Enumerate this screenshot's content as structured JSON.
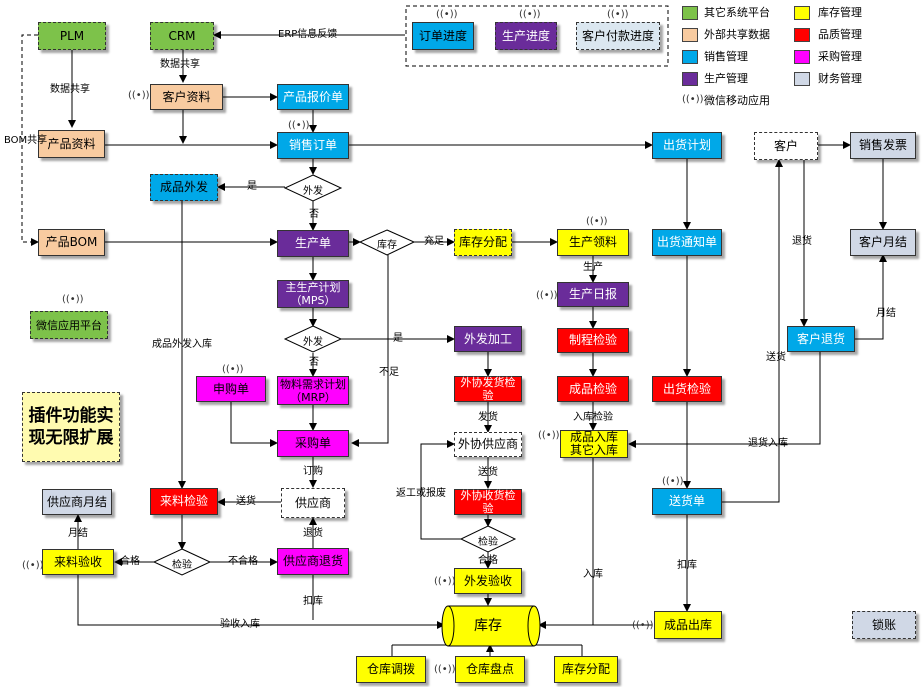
{
  "colors": {
    "external": "#7dc24a",
    "shared": "#f8cba0",
    "sales": "#00a8e8",
    "production": "#6a2c9a",
    "inventory": "#ffff00",
    "quality": "#ff0000",
    "purchase": "#ff00ff",
    "finance": "#d0d8e6"
  },
  "legend": {
    "external": "其它系统平台",
    "shared": "外部共享数据",
    "sales": "销售管理",
    "production": "生产管理",
    "inventory": "库存管理",
    "quality": "品质管理",
    "purchase": "采购管理",
    "finance": "财务管理",
    "wechat": "微信移动应用"
  },
  "top_mobile": {
    "order_progress": "订单进度",
    "production_progress": "生产进度",
    "customer_payment": "客户付款进度"
  },
  "nodes": {
    "plm": "PLM",
    "crm": "CRM",
    "customer_info": "客户资料",
    "product_quote": "产品报价单",
    "product_info": "产品资料",
    "sales_order": "销售订单",
    "ship_plan": "出货计划",
    "customer": "客户",
    "sales_invoice": "销售发票",
    "finished_outsource": "成品外发",
    "product_bom": "产品BOM",
    "production_order": "生产单",
    "stock_alloc_mid": "库存分配",
    "production_pick": "生产领料",
    "ship_notice": "出货通知单",
    "customer_monthly": "客户月结",
    "production_daily": "生产日报",
    "wechat_platform": "微信应用平台",
    "mps": "主生产计划（MPS）",
    "outsource_process": "外发加工",
    "process_inspect": "制程检验",
    "customer_return": "客户退货",
    "purchase_request": "申购单",
    "mrp": "物料需求计划（MRP）",
    "outsource_send_inspect": "外协发货检验",
    "finished_inspect": "成品检验",
    "ship_inspect": "出货检验",
    "plugin_note": "插件功能实现无限扩展",
    "purchase_order": "采购单",
    "outsource_supplier": "外协供应商",
    "finished_in": "成品入库\n其它入库",
    "supplier_monthly": "供应商月结",
    "incoming_inspect": "来料检验",
    "supplier": "供应商",
    "outsource_receive_inspect": "外协收货检验",
    "delivery_note": "送货单",
    "incoming_accept": "来料验收",
    "supplier_return": "供应商退货",
    "outsource_accept": "外发验收",
    "inventory": "库存",
    "finished_out": "成品出库",
    "lock_account": "锁账",
    "warehouse_transfer": "仓库调拨",
    "warehouse_count": "仓库盘点",
    "stock_alloc_bottom": "库存分配"
  },
  "decisions": {
    "outsource1": "外发",
    "stock": "库存",
    "outsource2": "外发",
    "quality_check1": "检验",
    "quality_check2": "检验"
  },
  "labels": {
    "erp_feedback": "ERP信息反馈",
    "data_share1": "数据共享",
    "data_share2": "数据共享",
    "bom_share": "BOM共享",
    "yes1": "是",
    "no1": "否",
    "sufficient": "充足",
    "produce": "生产",
    "insufficient": "不足",
    "yes2": "是",
    "no2": "否",
    "finished_out_in": "成品外发入库",
    "return_goods": "退货",
    "delivery": "送货",
    "monthly_settle1": "月结",
    "in_inspect": "入库检验",
    "send_goods1": "发货",
    "send_goods2": "送货",
    "rework": "返工或报废",
    "return_in": "退货入库",
    "order": "订购",
    "send_goods3": "送货",
    "return_goods2": "退货",
    "monthly_settle2": "月结",
    "qualified1": "合格",
    "unqualified": "不合格",
    "deduct1": "扣库",
    "qualified2": "合格",
    "accept_in": "验收入库",
    "in_store": "入库",
    "deduct2": "扣库"
  },
  "wechat_icon": "wechat-signal-icon"
}
